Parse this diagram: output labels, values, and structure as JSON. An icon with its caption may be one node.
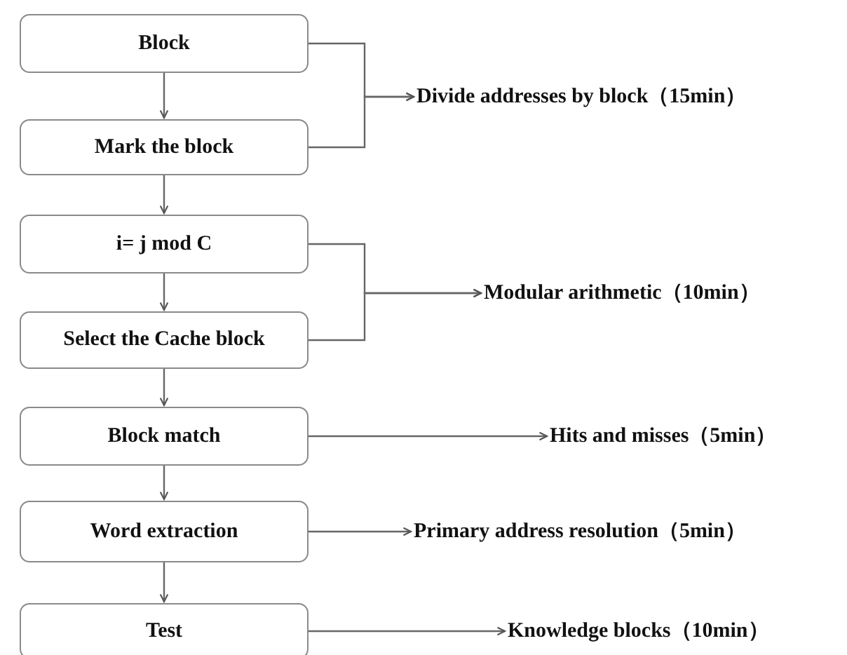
{
  "diagram": {
    "nodes": [
      {
        "text": [
          "Block"
        ]
      },
      {
        "text": [
          "Mark the block"
        ]
      },
      {
        "text": [
          "i= j mod C"
        ]
      },
      {
        "text": [
          "Select the Cache block"
        ]
      },
      {
        "text": [
          "Block match"
        ]
      },
      {
        "text": [
          "Word extraction"
        ]
      },
      {
        "text": [
          "Test"
        ]
      },
      {
        "text": [
          "Divide addresses by block（15min）"
        ]
      },
      {
        "text": [
          "Modular arithmetic（10min）"
        ]
      },
      {
        "text": [
          "Hits and misses（5min）"
        ]
      },
      {
        "text": [
          "Primary address resolution（5min）"
        ]
      },
      {
        "text": [
          "Knowledge blocks（10min）"
        ]
      }
    ],
    "edges": [
      {
        "from": 0,
        "to": 1,
        "arrow": "to"
      },
      {
        "from": 1,
        "to": 2,
        "arrow": "to"
      },
      {
        "from": 2,
        "to": 3,
        "arrow": "to"
      },
      {
        "from": 3,
        "to": 4,
        "arrow": "to"
      },
      {
        "from": 4,
        "to": 5,
        "arrow": "to"
      },
      {
        "from": 5,
        "to": 6,
        "arrow": "to"
      },
      {
        "from": 0,
        "to": 7,
        "arrow": "to"
      },
      {
        "from": 1,
        "to": 7,
        "arrow": "to"
      },
      {
        "from": 2,
        "to": 8,
        "arrow": "to"
      },
      {
        "from": 3,
        "to": 8,
        "arrow": "to"
      },
      {
        "from": 4,
        "to": 9,
        "arrow": "to"
      },
      {
        "from": 5,
        "to": 10,
        "arrow": "to"
      },
      {
        "from": 6,
        "to": 11,
        "arrow": "to"
      }
    ]
  }
}
